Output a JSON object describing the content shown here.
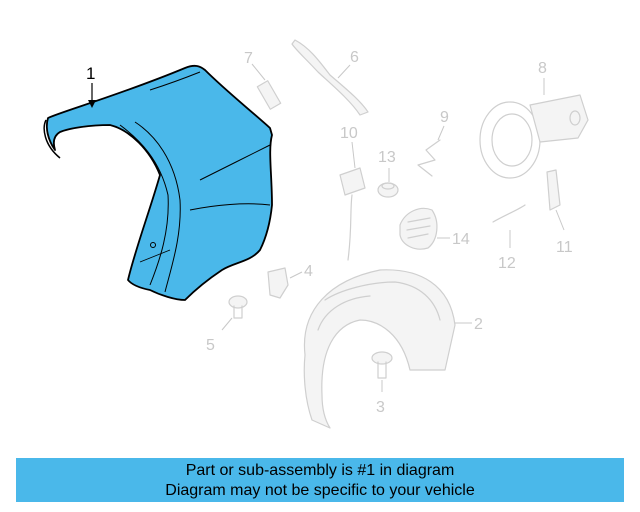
{
  "diagram": {
    "highlight_color": "#4ab8ea",
    "callouts": {
      "c1": "1",
      "c2": "2",
      "c3": "3",
      "c4": "4",
      "c5": "5",
      "c6": "6",
      "c7": "7",
      "c8": "8",
      "c9": "9",
      "c10": "10",
      "c11": "11",
      "c12": "12",
      "c13": "13",
      "c14": "14"
    }
  },
  "banner": {
    "line1": "Part or sub-assembly is #1 in diagram",
    "line2": "Diagram may not be specific to your vehicle",
    "color": "#4ab8ea"
  }
}
